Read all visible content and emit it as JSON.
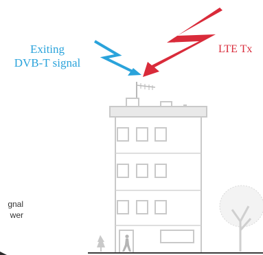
{
  "labels": {
    "dvbt": [
      "Exiting",
      "DVB-T signal"
    ],
    "lte": "LTE Tx",
    "side": [
      "gnal",
      "wer"
    ]
  },
  "colors": {
    "dvbt": "#2aa3db",
    "lte": "#d92b3a",
    "building": "#c9c9c9",
    "ground": "#3a3a3a"
  }
}
